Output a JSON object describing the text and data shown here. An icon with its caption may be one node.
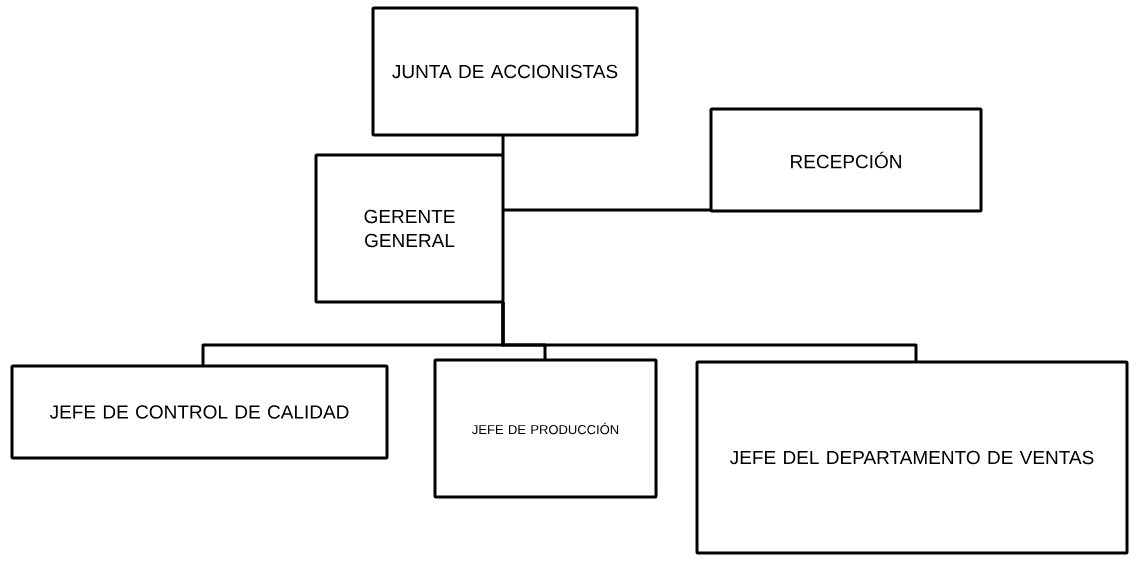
{
  "diagram": {
    "nodes": [
      {
        "text": [
          "JUNTA DE ACCIONISTAS"
        ]
      },
      {
        "text": [
          "GERENTE GENERAL"
        ]
      },
      {
        "text": [
          "RECEPCIÓN"
        ]
      },
      {
        "text": [
          "JEFE DE CONTROL DE CALIDAD"
        ]
      },
      {
        "text": [
          "JEFE DE PRODUCCIÓN"
        ]
      },
      {
        "text": [
          "JEFE DEL DEPARTAMENTO DE VENTAS"
        ]
      }
    ],
    "edges": [
      {
        "from": 0,
        "to": 1,
        "arrow": "none"
      },
      {
        "from": 1,
        "to": 2,
        "arrow": "none"
      },
      {
        "from": 1,
        "to": 3,
        "arrow": "none"
      },
      {
        "from": 1,
        "to": 4,
        "arrow": "none"
      },
      {
        "from": 1,
        "to": 5,
        "arrow": "none"
      }
    ]
  }
}
